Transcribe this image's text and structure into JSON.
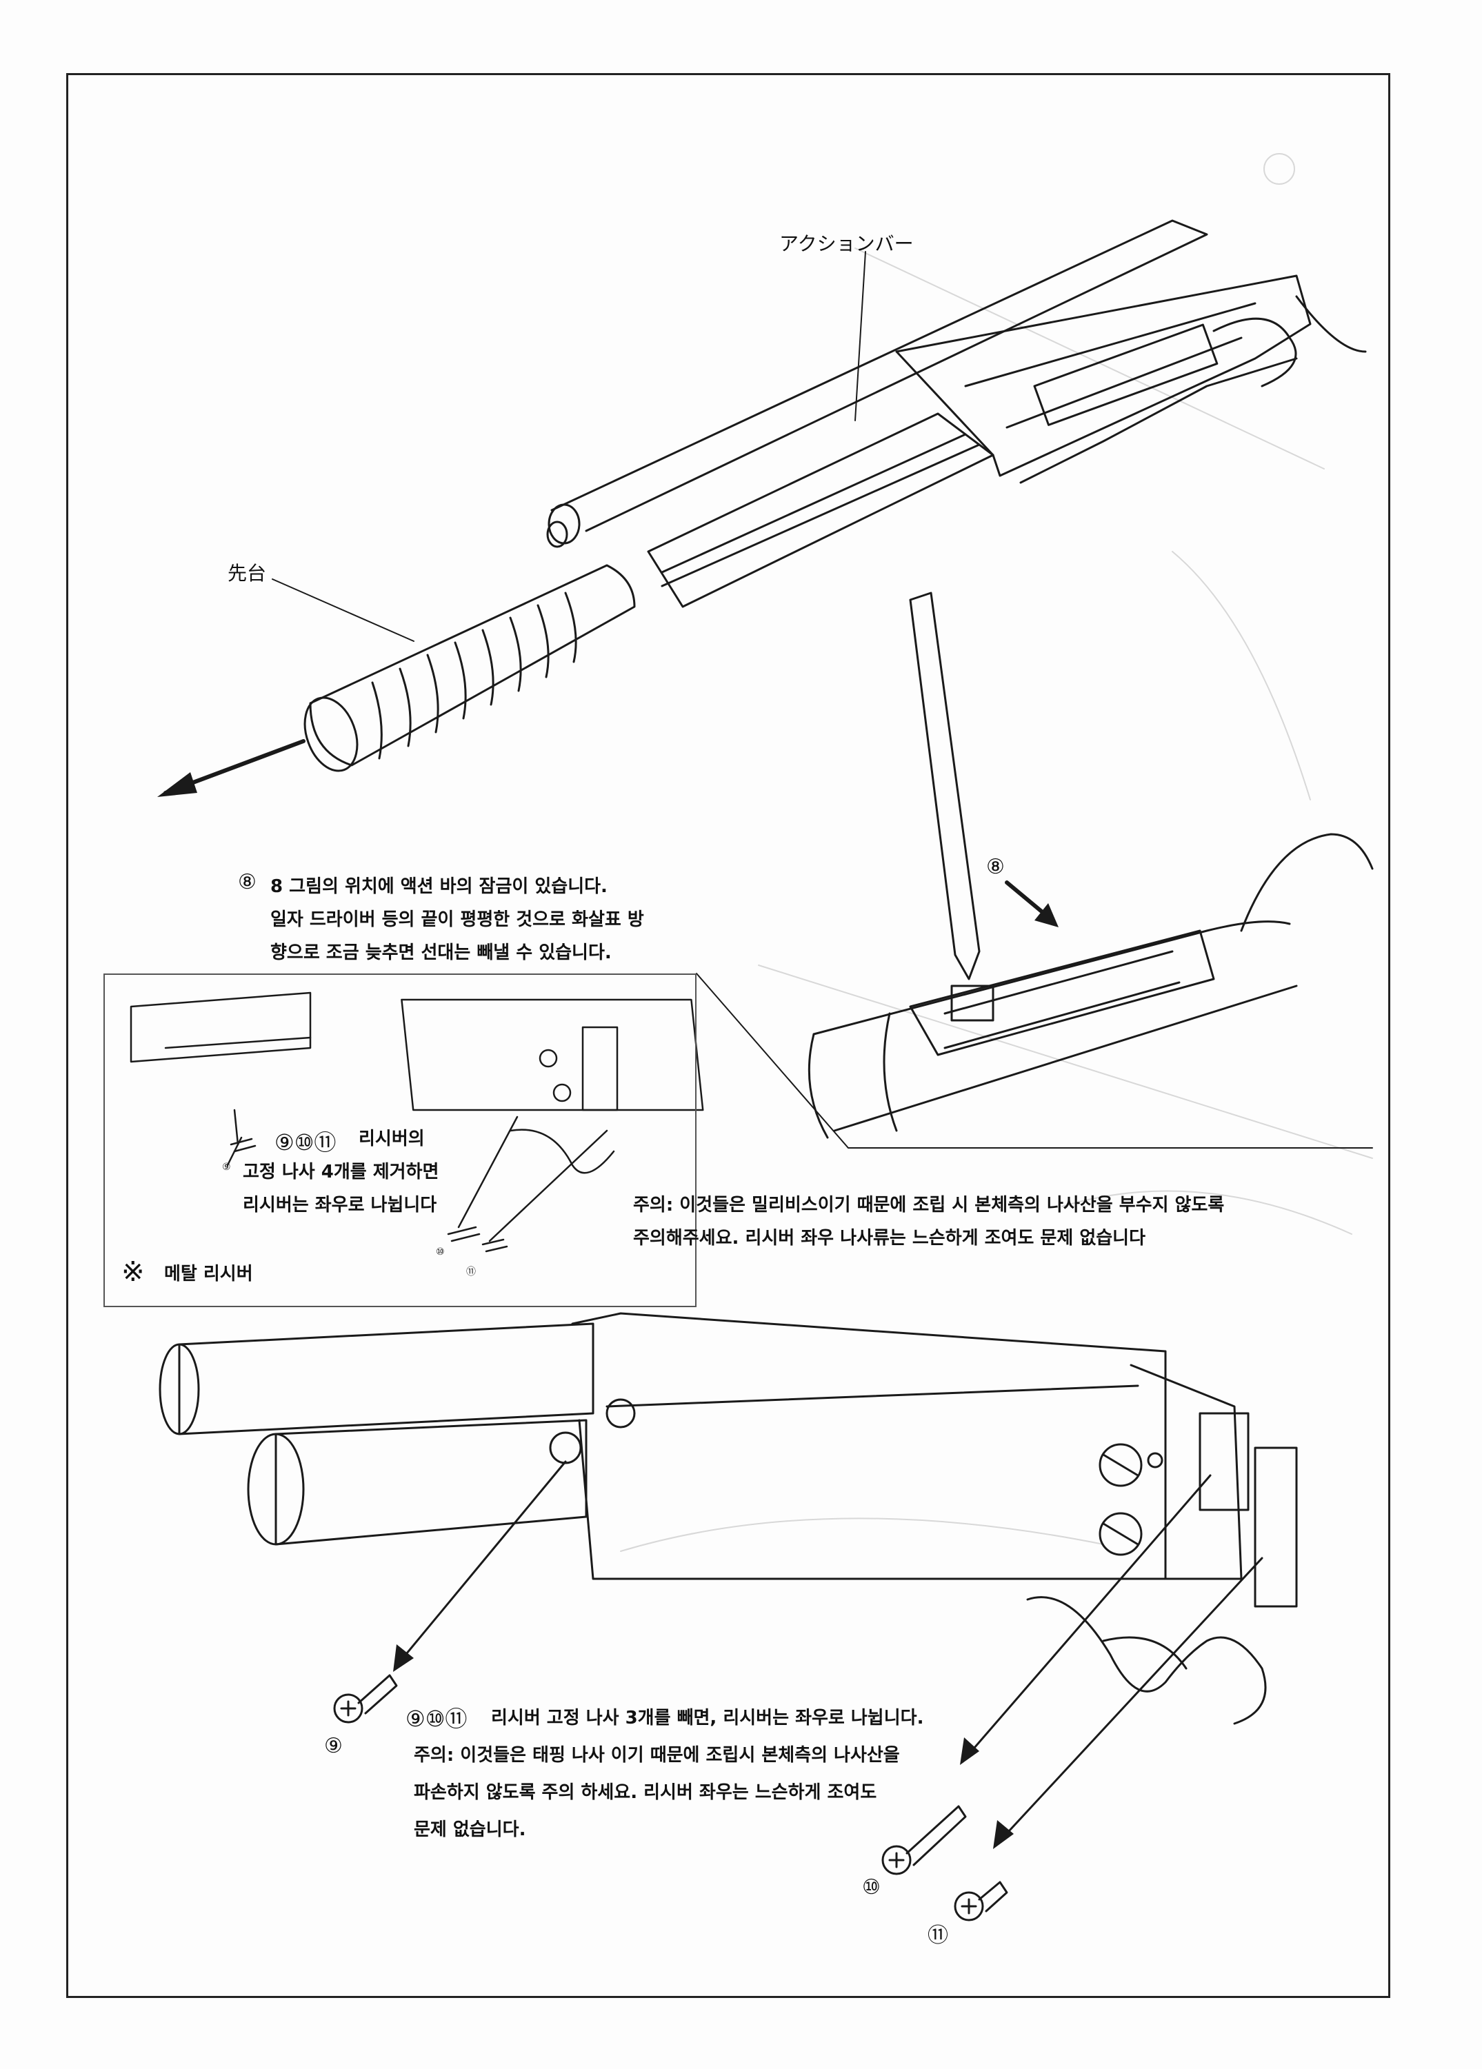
{
  "labels": {
    "action_bar": "アクションバー",
    "fore_end": "先台"
  },
  "step8": {
    "marker": "⑧",
    "line1": "8 그림의 위치에 액션 바의 잠금이 있습니다.",
    "line2": "일자 드라이버 등의 끝이 평평한 것으로 화살표 방",
    "line3": "향으로 조금 늦추면 선대는 빼낼 수 있습니다."
  },
  "metal_inset": {
    "step_markers": "⑨⑩⑪",
    "line1": "리시버의",
    "line2": "고정 나사 4개를 제거하면",
    "line3": "리시버는 좌우로 나뉩니다",
    "note_mark": "※",
    "note_label": "메탈 리시버",
    "screw_num_9": "⑨",
    "screw_num_10": "⑩",
    "screw_num_11": "⑪"
  },
  "metal_caution": {
    "line1": "주의: 이것들은 밀리비스이기 때문에 조립 시 본체측의 나사산을 부수지 않도록",
    "line2": "주의해주세요. 리시버 좌우 나사류는 느슨하게 조여도 문제 없습니다"
  },
  "main_step": {
    "markers": "⑨⑩⑪",
    "line1": "리시버 고정 나사 3개를 빼면, 리시버는 좌우로 나뉩니다.",
    "line2": "주의: 이것들은 태핑 나사 이기 때문에 조립시 본체측의 나사산을",
    "line3": "파손하지 않도록 주의 하세요. 리시버 좌우는 느슨하게 조여도",
    "line4": "문제 없습니다."
  },
  "screw_numbers": {
    "n9": "⑨",
    "n10": "⑩",
    "n11": "⑪"
  },
  "detail_marker": "⑧"
}
